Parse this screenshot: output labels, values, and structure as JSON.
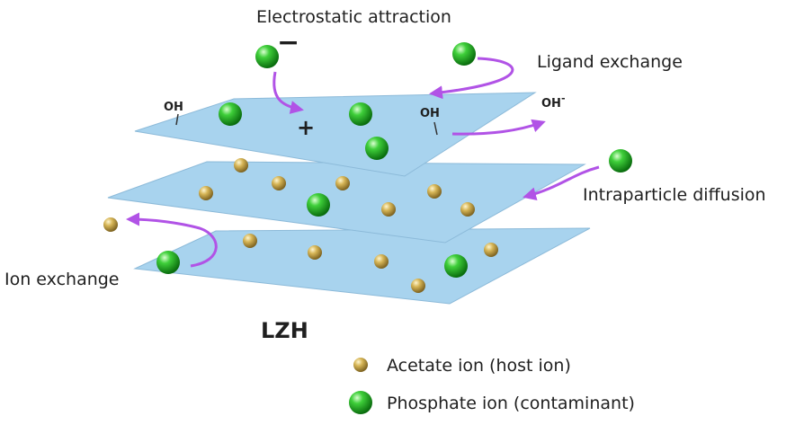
{
  "labels": {
    "electrostatic": "Electrostatic attraction",
    "ligand": "Ligand exchange",
    "intraparticle": "Intraparticle diffusion",
    "ion_exchange": "Ion exchange",
    "lzh": "LZH",
    "oh_left": "OH",
    "oh_mid": "OH",
    "oh_right": "OH",
    "oh_right_charge": "-",
    "minus_sign": "−",
    "plus_sign": "+"
  },
  "legend": {
    "acetate": "Acetate ion (host ion)",
    "phosphate": "Phosphate ion (contaminant)"
  },
  "colors": {
    "sheet": "#a8d3ee",
    "arrow": "#b153e6",
    "phosphate": "#17a11a",
    "acetate": "#c9a844"
  }
}
